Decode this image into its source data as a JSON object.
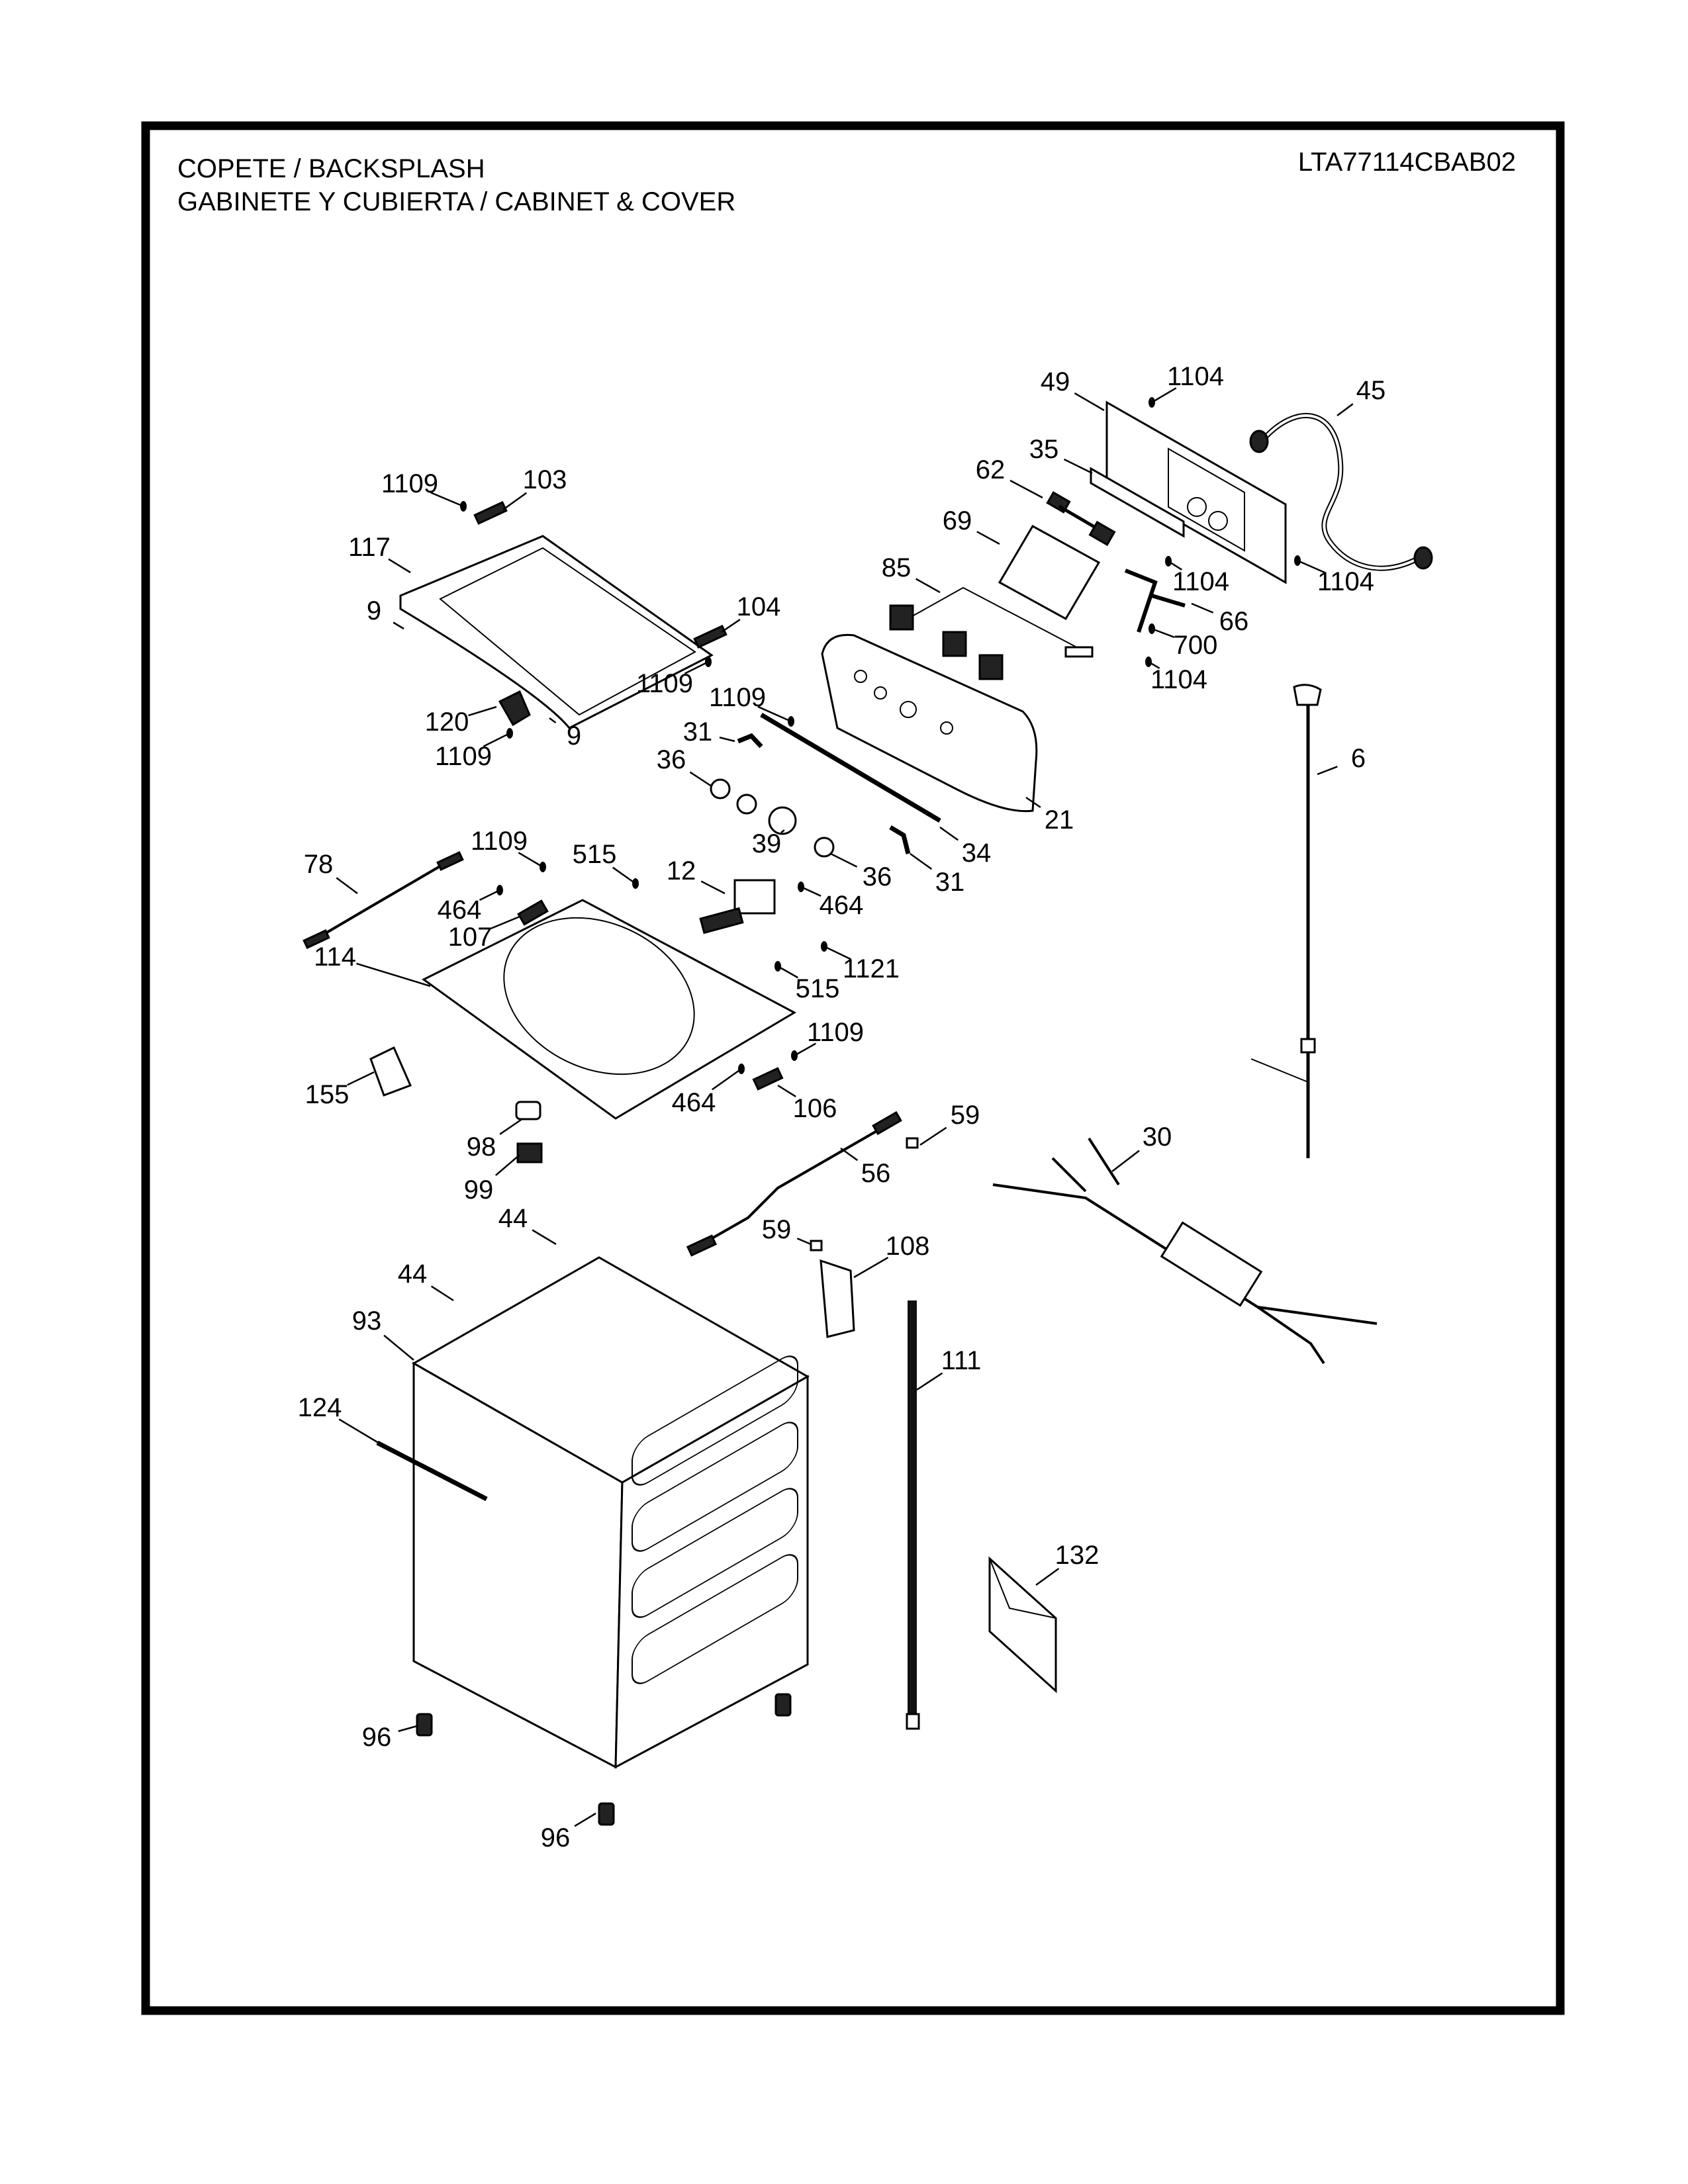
{
  "header": {
    "title_line1": "COPETE / BACKSPLASH",
    "title_line2": "GABINETE Y CUBIERTA / CABINET & COVER",
    "model_number": "LTA77114CBAB02"
  },
  "callouts": [
    {
      "label": "1104",
      "part": "screw"
    },
    {
      "label": "49",
      "part": "rear-panel"
    },
    {
      "label": "45",
      "part": "inlet-hose"
    },
    {
      "label": "35",
      "part": "panel-strip"
    },
    {
      "label": "62",
      "part": "bracket"
    },
    {
      "label": "1109",
      "part": "screw"
    },
    {
      "label": "103",
      "part": "hinge"
    },
    {
      "label": "69",
      "part": "control-board"
    },
    {
      "label": "117",
      "part": "lid"
    },
    {
      "label": "1104",
      "part": "screw"
    },
    {
      "label": "1104",
      "part": "screw"
    },
    {
      "label": "85",
      "part": "switch-harness"
    },
    {
      "label": "9",
      "part": "bumper"
    },
    {
      "label": "104",
      "part": "hinge"
    },
    {
      "label": "66",
      "part": "wire-harness"
    },
    {
      "label": "1109",
      "part": "screw"
    },
    {
      "label": "700",
      "part": "screw"
    },
    {
      "label": "1104",
      "part": "screw"
    },
    {
      "label": "1109",
      "part": "screw"
    },
    {
      "label": "120",
      "part": "lid-lock"
    },
    {
      "label": "9",
      "part": "bumper"
    },
    {
      "label": "1109",
      "part": "screw"
    },
    {
      "label": "31",
      "part": "clip"
    },
    {
      "label": "36",
      "part": "knob-ring"
    },
    {
      "label": "6",
      "part": "power-cord"
    },
    {
      "label": "21",
      "part": "console"
    },
    {
      "label": "39",
      "part": "knob-ring-large"
    },
    {
      "label": "34",
      "part": "trim-strip"
    },
    {
      "label": "36",
      "part": "knob-ring"
    },
    {
      "label": "31",
      "part": "clip"
    },
    {
      "label": "1109",
      "part": "screw"
    },
    {
      "label": "515",
      "part": "screw"
    },
    {
      "label": "12",
      "part": "water-valve"
    },
    {
      "label": "78",
      "part": "harness"
    },
    {
      "label": "464",
      "part": "screw"
    },
    {
      "label": "464",
      "part": "screw"
    },
    {
      "label": "107",
      "part": "bracket"
    },
    {
      "label": "1121",
      "part": "screw"
    },
    {
      "label": "114",
      "part": "top-cover"
    },
    {
      "label": "515",
      "part": "screw"
    },
    {
      "label": "1109",
      "part": "screw"
    },
    {
      "label": "155",
      "part": "dispenser-cup"
    },
    {
      "label": "464",
      "part": "screw"
    },
    {
      "label": "106",
      "part": "bracket"
    },
    {
      "label": "59",
      "part": "clip"
    },
    {
      "label": "30",
      "part": "main-harness"
    },
    {
      "label": "98",
      "part": "dispenser-cap"
    },
    {
      "label": "56",
      "part": "harness"
    },
    {
      "label": "99",
      "part": "dispenser"
    },
    {
      "label": "59",
      "part": "clip"
    },
    {
      "label": "44",
      "part": "clip"
    },
    {
      "label": "108",
      "part": "pump-cover"
    },
    {
      "label": "44",
      "part": "clip"
    },
    {
      "label": "93",
      "part": "cabinet"
    },
    {
      "label": "111",
      "part": "drain-hose"
    },
    {
      "label": "124",
      "part": "cabinet-strip"
    },
    {
      "label": "132",
      "part": "literature-bag"
    },
    {
      "label": "96",
      "part": "leveling-leg"
    },
    {
      "label": "96",
      "part": "leveling-leg"
    }
  ]
}
